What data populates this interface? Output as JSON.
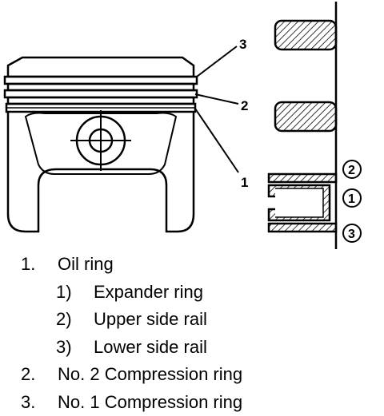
{
  "callouts": {
    "no1_compression": "3",
    "no2_compression": "2",
    "oil_ring": "1"
  },
  "detail_callouts": {
    "upper_side_rail": "2",
    "expander_ring": "1",
    "lower_side_rail": "3"
  },
  "legend": [
    {
      "num": "1.",
      "text": "Oil ring"
    },
    {
      "num": "1)",
      "text": "Expander ring"
    },
    {
      "num": "2)",
      "text": "Upper side rail"
    },
    {
      "num": "3)",
      "text": "Lower side rail"
    },
    {
      "num": "2.",
      "text": "No. 2 Compression ring"
    },
    {
      "num": "3.",
      "text": "No. 1 Compression ring"
    }
  ]
}
